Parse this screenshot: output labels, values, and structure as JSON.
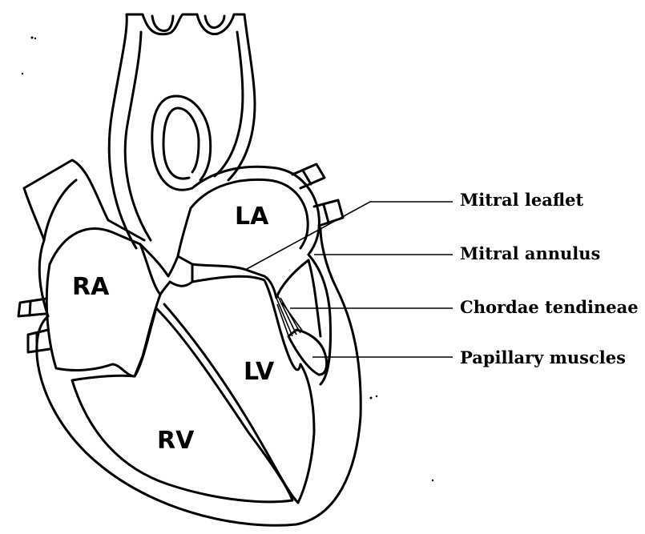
{
  "chambers": {
    "la": "LA",
    "ra": "RA",
    "lv": "LV",
    "rv": "RV"
  },
  "callouts": {
    "mitral_leaflet": "Mitral leaflet",
    "mitral_annulus": "Mitral annulus",
    "chordae_tendineae": "Chordae tendineae",
    "papillary_muscles": "Papillary muscles"
  }
}
